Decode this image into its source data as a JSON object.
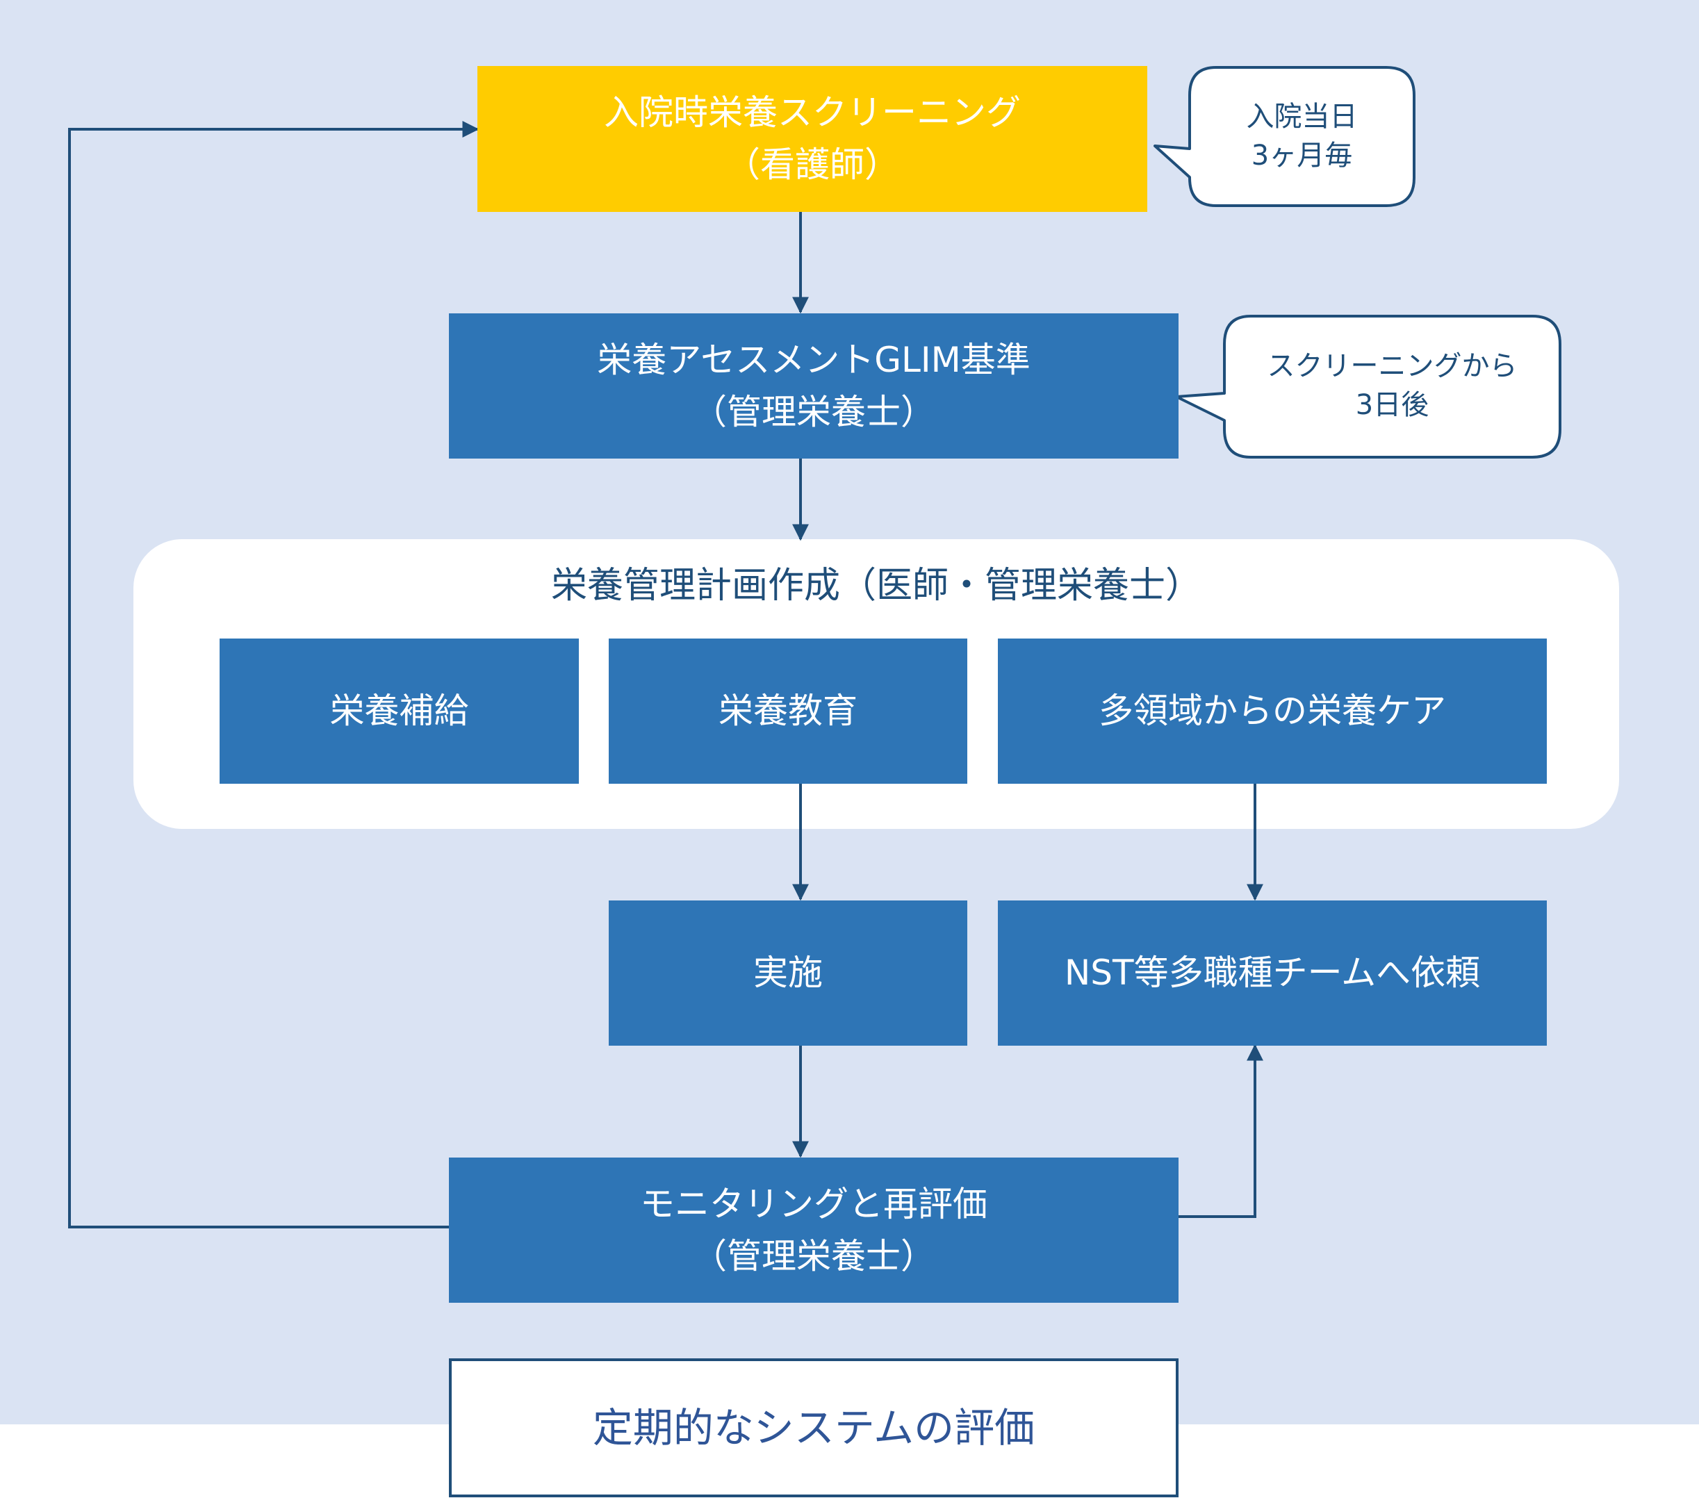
{
  "colors": {
    "background": "#dae3f3",
    "box_blue": "#2e75b6",
    "box_yellow": "#ffcc00",
    "line": "#1f4e79",
    "text_dark": "#1f4e79"
  },
  "nodes": {
    "screening": {
      "line1": "入院時栄養スクリーニング",
      "line2": "（看護師）"
    },
    "assessment": {
      "line1": "栄養アセスメントGLIM基準",
      "line2": "（管理栄養士）"
    },
    "plan": {
      "title": "栄養管理計画作成（医師・管理栄養士）"
    },
    "supply": {
      "label": "栄養補給"
    },
    "education": {
      "label": "栄養教育"
    },
    "care": {
      "label": "多領域からの栄養ケア"
    },
    "implement": {
      "label": "実施"
    },
    "nst": {
      "label": "NST等多職種チームへ依頼"
    },
    "monitoring": {
      "line1": "モニタリングと再評価",
      "line2": "（管理栄養士）"
    },
    "system_eval": {
      "label": "定期的なシステムの評価"
    }
  },
  "callouts": {
    "screening_timing": {
      "line1": "入院当日",
      "line2": "3ヶ月毎"
    },
    "assessment_timing": {
      "line1": "スクリーニングから",
      "line2": "3日後"
    }
  }
}
